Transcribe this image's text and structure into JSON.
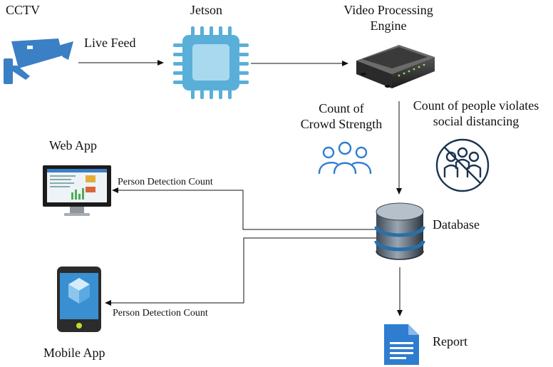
{
  "nodes": {
    "cctv": {
      "label": "CCTV",
      "icon": "cctv-camera-icon"
    },
    "jetson": {
      "label": "Jetson",
      "icon": "chip-icon"
    },
    "vpe": {
      "line1": "Video Processing",
      "line2": "Engine",
      "icon": "router-device-icon"
    },
    "crowd": {
      "line1": "Count of",
      "line2": "Crowd Strength",
      "icon": "people-group-icon"
    },
    "violate": {
      "line1": "Count of people violates",
      "line2": "social distancing",
      "icon": "no-crowd-icon"
    },
    "database": {
      "label": "Database",
      "icon": "database-icon"
    },
    "webapp": {
      "label": "Web App",
      "icon": "monitor-icon"
    },
    "mobile": {
      "label": "Mobile App",
      "icon": "tablet-app-icon"
    },
    "report": {
      "label": "Report",
      "icon": "document-icon"
    }
  },
  "edges": {
    "live_feed": "Live Feed",
    "web_count": "Person Detection Count",
    "mobile_count": "Person Detection Count"
  },
  "colors": {
    "blue": "#3b7fc4",
    "chip": "#5aafd9",
    "navy": "#1c3450"
  }
}
